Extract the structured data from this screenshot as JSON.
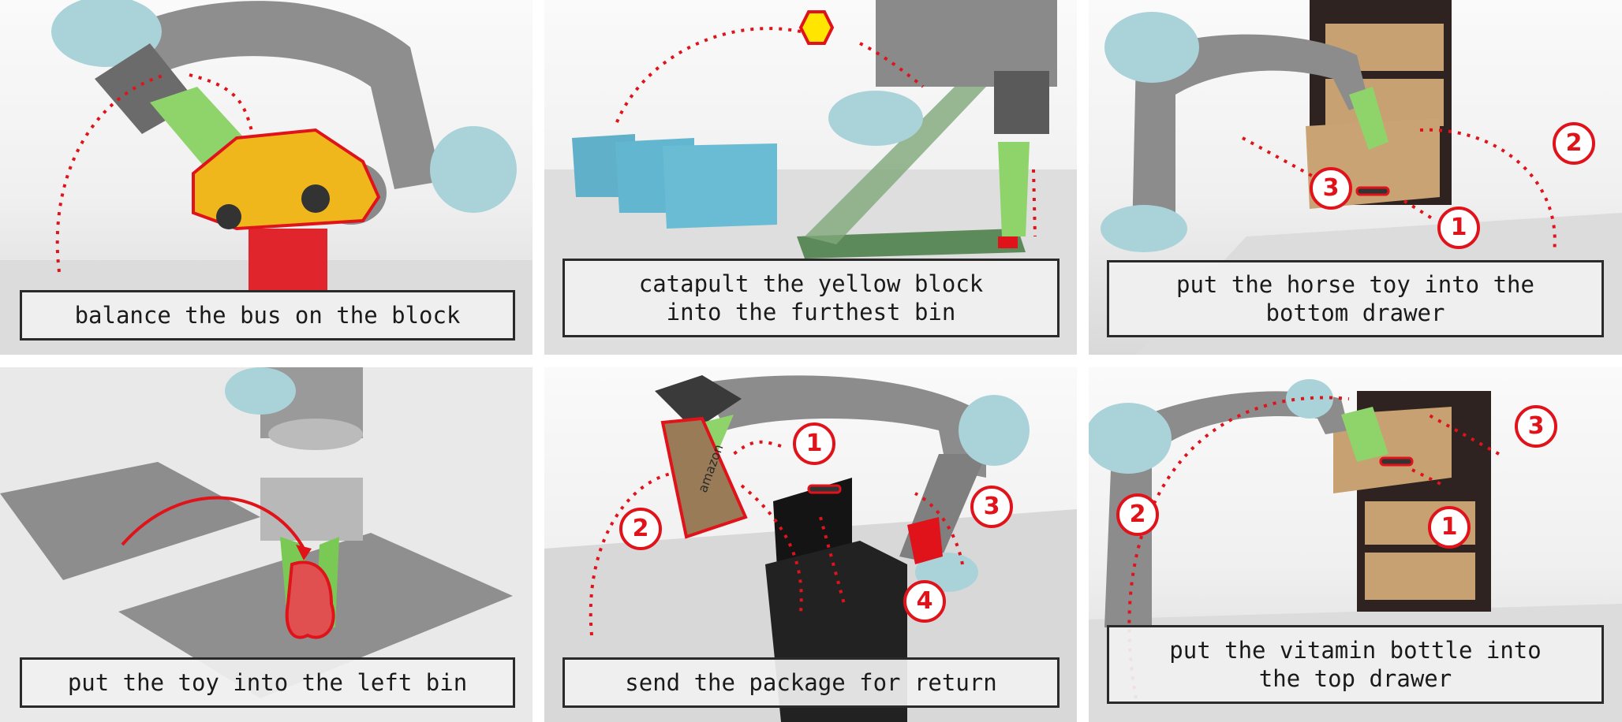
{
  "accent_color": "#e0131b",
  "panels": [
    {
      "caption": "balance the bus on the block",
      "badges": []
    },
    {
      "caption": "catapult the yellow block\ninto the furthest bin",
      "badges": []
    },
    {
      "caption": "put the horse toy into the\nbottom drawer",
      "badges": [
        "1",
        "2",
        "3"
      ]
    },
    {
      "caption": "put the toy into the left bin",
      "badges": []
    },
    {
      "caption": "send the package for return",
      "badges": [
        "1",
        "2",
        "3",
        "4"
      ]
    },
    {
      "caption": "put the vitamin bottle into\nthe top drawer",
      "badges": [
        "1",
        "2",
        "3"
      ]
    }
  ],
  "package_label": "amazon"
}
